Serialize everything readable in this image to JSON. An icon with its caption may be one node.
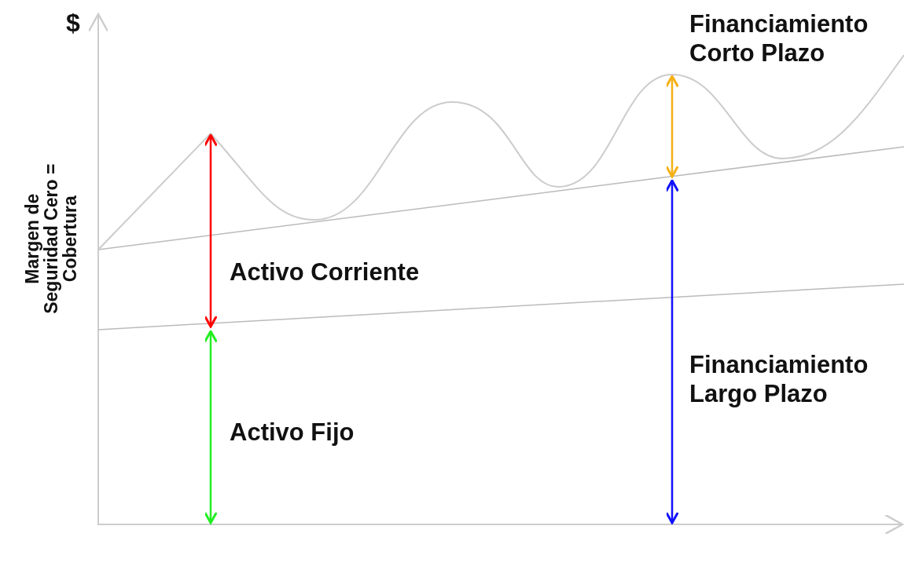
{
  "diagram": {
    "labels": [
      "$",
      "Margen de Seguridad Cero = Cobertura",
      "Financiamiento Corto Plazo",
      "Activo Corriente",
      "Financiamiento Largo Plazo",
      "Activo Fijo"
    ]
  }
}
